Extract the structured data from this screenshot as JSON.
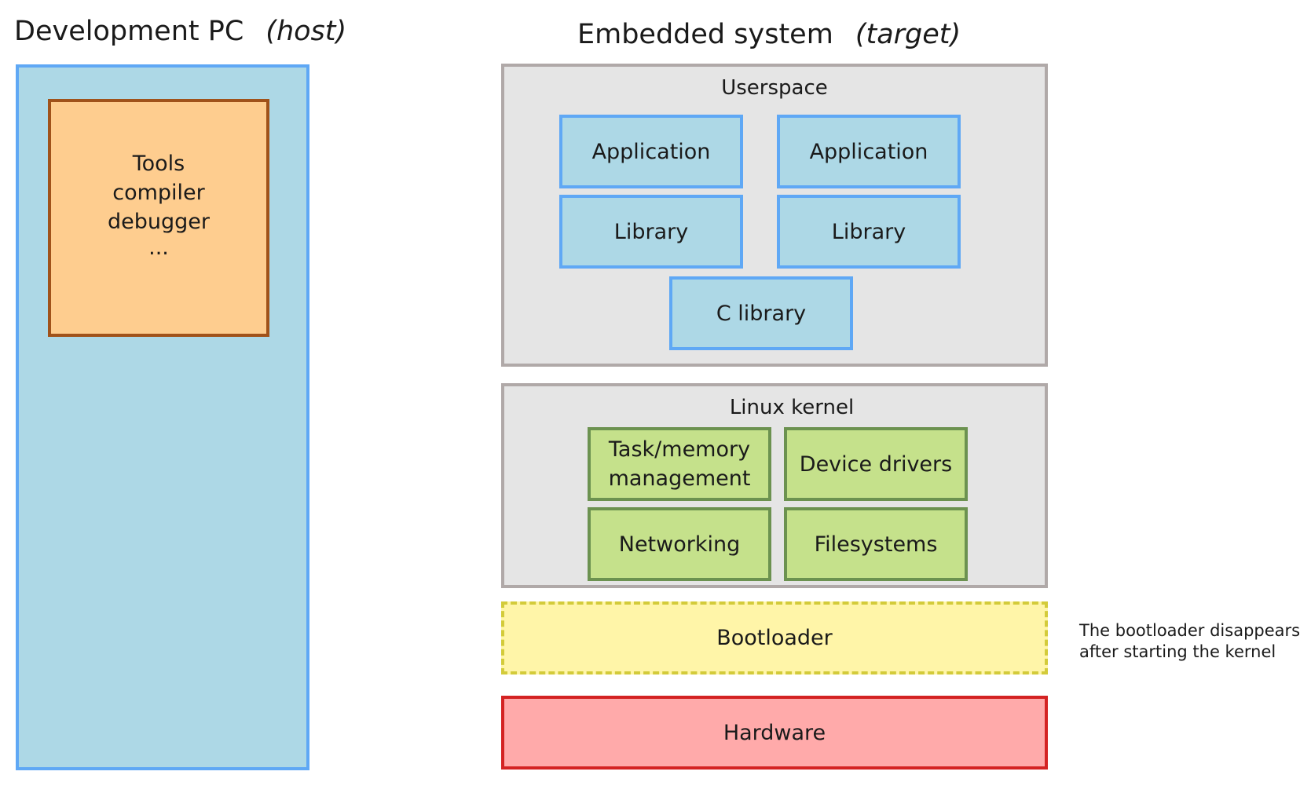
{
  "host": {
    "title": "Development PC",
    "subtitle": "(host)",
    "tools": {
      "line1": "Tools",
      "line2": "compiler",
      "line3": "debugger",
      "line4": "..."
    }
  },
  "target": {
    "title": "Embedded system",
    "subtitle": "(target)",
    "userspace": {
      "label": "Userspace",
      "app_left": "Application",
      "app_right": "Application",
      "lib_left": "Library",
      "lib_right": "Library",
      "clib": "C library"
    },
    "kernel": {
      "label": "Linux kernel",
      "task_line1": "Task/memory",
      "task_line2": "management",
      "drivers": "Device drivers",
      "networking": "Networking",
      "filesystems": "Filesystems"
    },
    "bootloader": "Bootloader",
    "hardware": "Hardware",
    "note_line1": "The bootloader disappears",
    "note_line2": "after starting the kernel"
  },
  "colors": {
    "host_fill": "#add8e6",
    "host_border": "#5fa8f5",
    "tools_fill": "#fecd8f",
    "tools_border": "#a0521a",
    "panel_fill": "#e5e5e5",
    "panel_border": "#b0a9a8",
    "kernel_box_fill": "#c5e18b",
    "kernel_box_border": "#6c9250",
    "bootloader_fill": "#fff5a8",
    "bootloader_border": "#d3cb3a",
    "hardware_fill": "#ffaaaa",
    "hardware_border": "#d42323"
  }
}
